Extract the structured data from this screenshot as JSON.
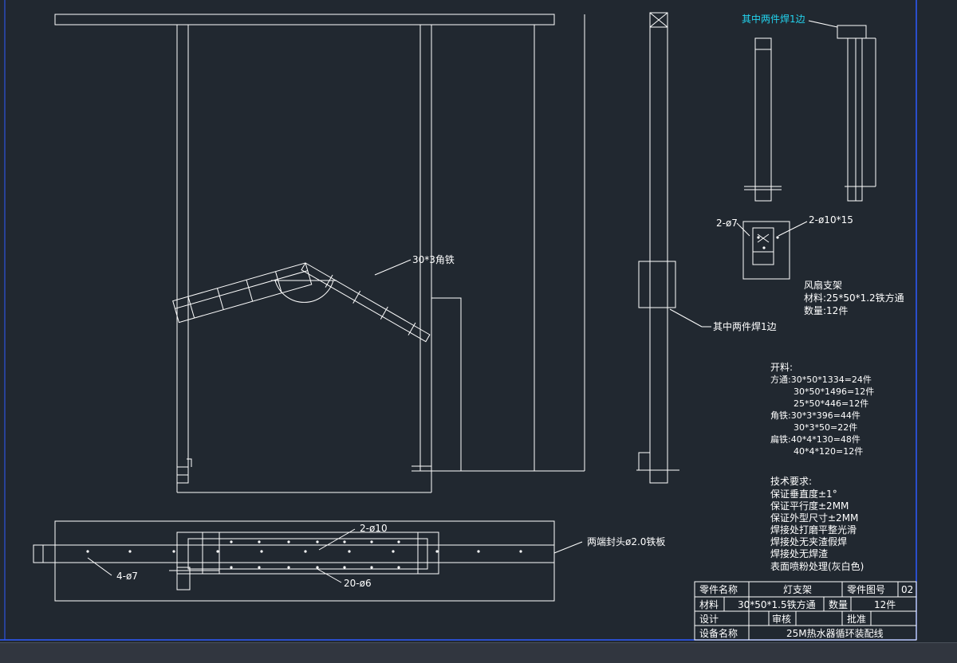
{
  "colors": {
    "background": "#212830",
    "line": "#ffffff",
    "text": "#ffffff",
    "callout": "#22d3ee",
    "border_frame": "#2e5bff",
    "statusbar": "#31363f"
  },
  "front_view": {
    "angle_label": "30*3角铁"
  },
  "side_view": {
    "weld_note": "其中两件焊1边"
  },
  "fan_bracket": {
    "weld_note": "其中两件焊1边",
    "hole_small": "2-ø7",
    "hole_large": "2-ø10*15",
    "title": "风扇支架",
    "material": "材料:25*50*1.2铁方通",
    "qty": "数量:12件"
  },
  "bottom_view": {
    "hole_a": "2-ø10",
    "hole_b": "4-ø7",
    "hole_c": "20-ø6",
    "end_cap": "两端封头ø2.0铁板"
  },
  "cut_list": [
    "开料:",
    "方通:30*50*1334=24件",
    "30*50*1496=12件",
    "25*50*446=12件",
    "角铁:30*3*396=44件",
    "30*3*50=22件",
    "扁铁:40*4*130=48件",
    "40*4*120=12件"
  ],
  "tech_req": [
    "技术要求:",
    "保证垂直度±1°",
    "保证平行度±2MM",
    "保证外型尺寸±2MM",
    "焊接处打磨平整光滑",
    "焊接处无夹渣假焊",
    "焊接处无焊渣",
    "表面喷粉处理(灰白色)"
  ],
  "title_block": {
    "part_name_label": "零件名称",
    "part_name": "灯支架",
    "drawing_no_label": "零件图号",
    "drawing_no": "02",
    "material_label": "材料",
    "material": "30*50*1.5铁方通",
    "qty_label": "数量",
    "qty": "12件",
    "design_label": "设计",
    "review_label": "审核",
    "approve_label": "批准",
    "equipment_label": "设备名称",
    "equipment": "25M热水器循环装配线"
  }
}
